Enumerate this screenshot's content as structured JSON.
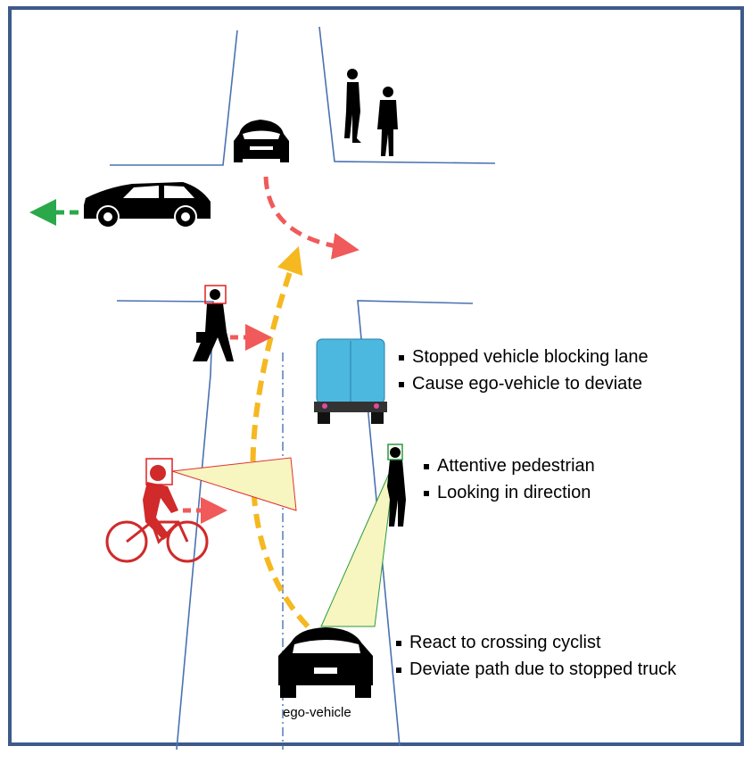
{
  "annotations": {
    "truck": [
      "Stopped vehicle blocking lane",
      "Cause ego-vehicle to deviate"
    ],
    "pedestrian": [
      "Attentive pedestrian",
      "Looking in direction"
    ],
    "ego": [
      "React to crossing cyclist",
      "Deviate path due to stopped truck"
    ]
  },
  "ego_label": "ego-vehicle",
  "colors": {
    "road": "#4a72b0",
    "border": "#3d5a8a",
    "red_arrow": "#f05a5a",
    "yellow_path": "#f5b820",
    "green_arrow": "#2aa84a",
    "truck": "#4cb8e0",
    "cyclist": "#d02a2a",
    "cone": "#f7f5c0"
  }
}
